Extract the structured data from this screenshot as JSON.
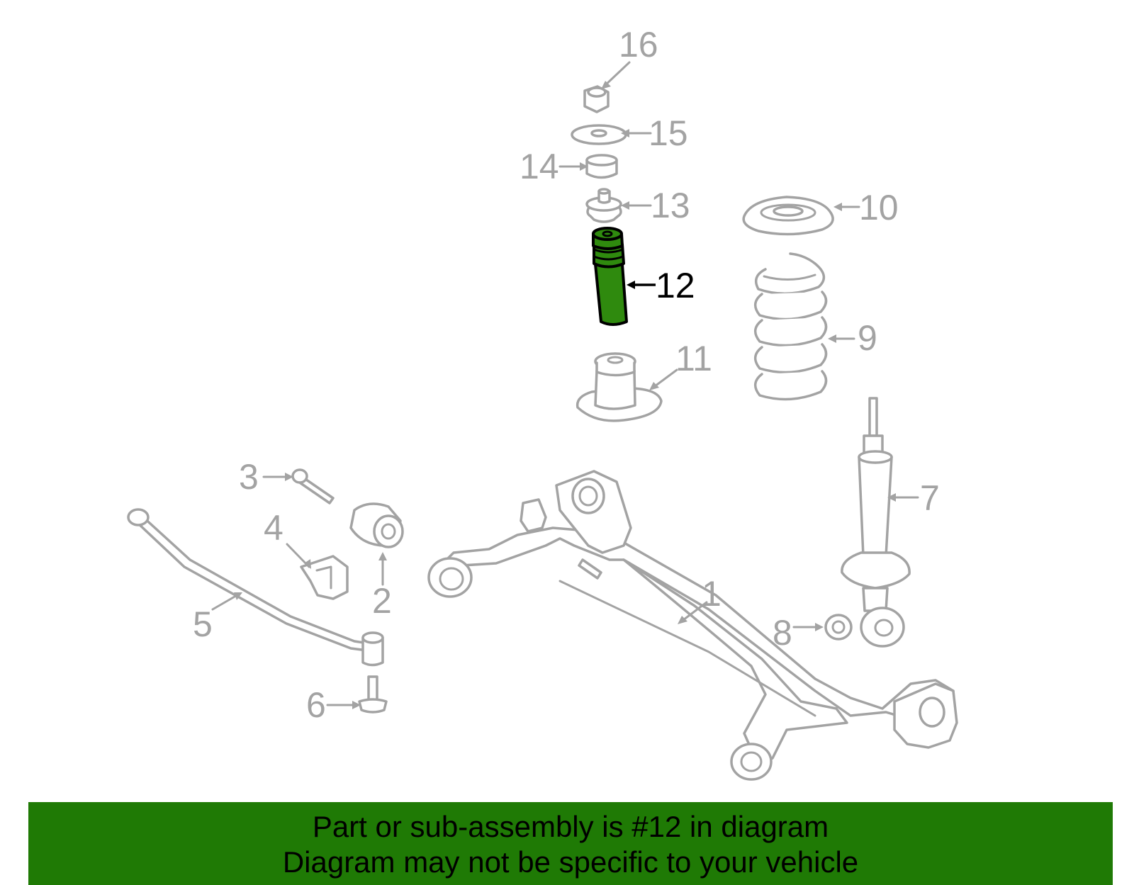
{
  "diagram": {
    "highlighted_part": "12",
    "callouts": [
      "1",
      "2",
      "3",
      "4",
      "5",
      "6",
      "7",
      "8",
      "9",
      "10",
      "11",
      "12",
      "13",
      "14",
      "15",
      "16"
    ]
  },
  "banner": {
    "line1": "Part or sub-assembly is #12 in diagram",
    "line2": "Diagram may not be specific to your vehicle"
  },
  "colors": {
    "highlight": "#2f8a0e",
    "banner": "#1f7a05",
    "parts_line": "#a3a3a3"
  }
}
